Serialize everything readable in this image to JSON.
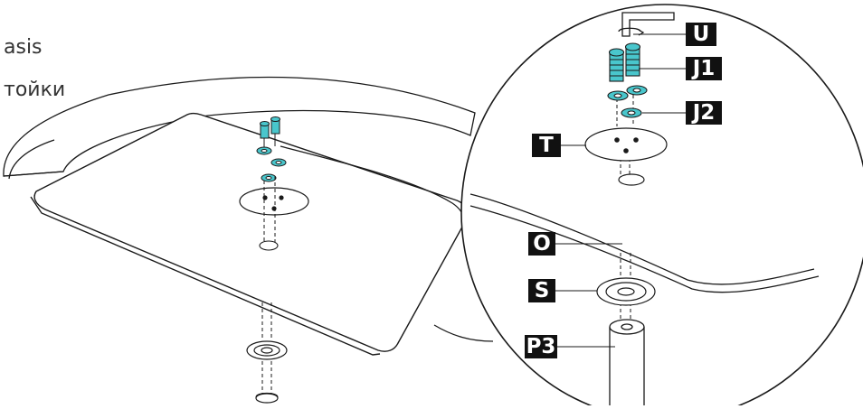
{
  "captions": {
    "line1": "asis",
    "line2": "тойки"
  },
  "callouts": {
    "U": "U",
    "J1": "J1",
    "J2": "J2",
    "T": "T",
    "O": "O",
    "S": "S",
    "P3": "P3"
  },
  "colors": {
    "screw": "#49c6cc",
    "screw_dark": "#2a8f95",
    "label_bg": "#111111",
    "line": "#1a1a1a"
  }
}
